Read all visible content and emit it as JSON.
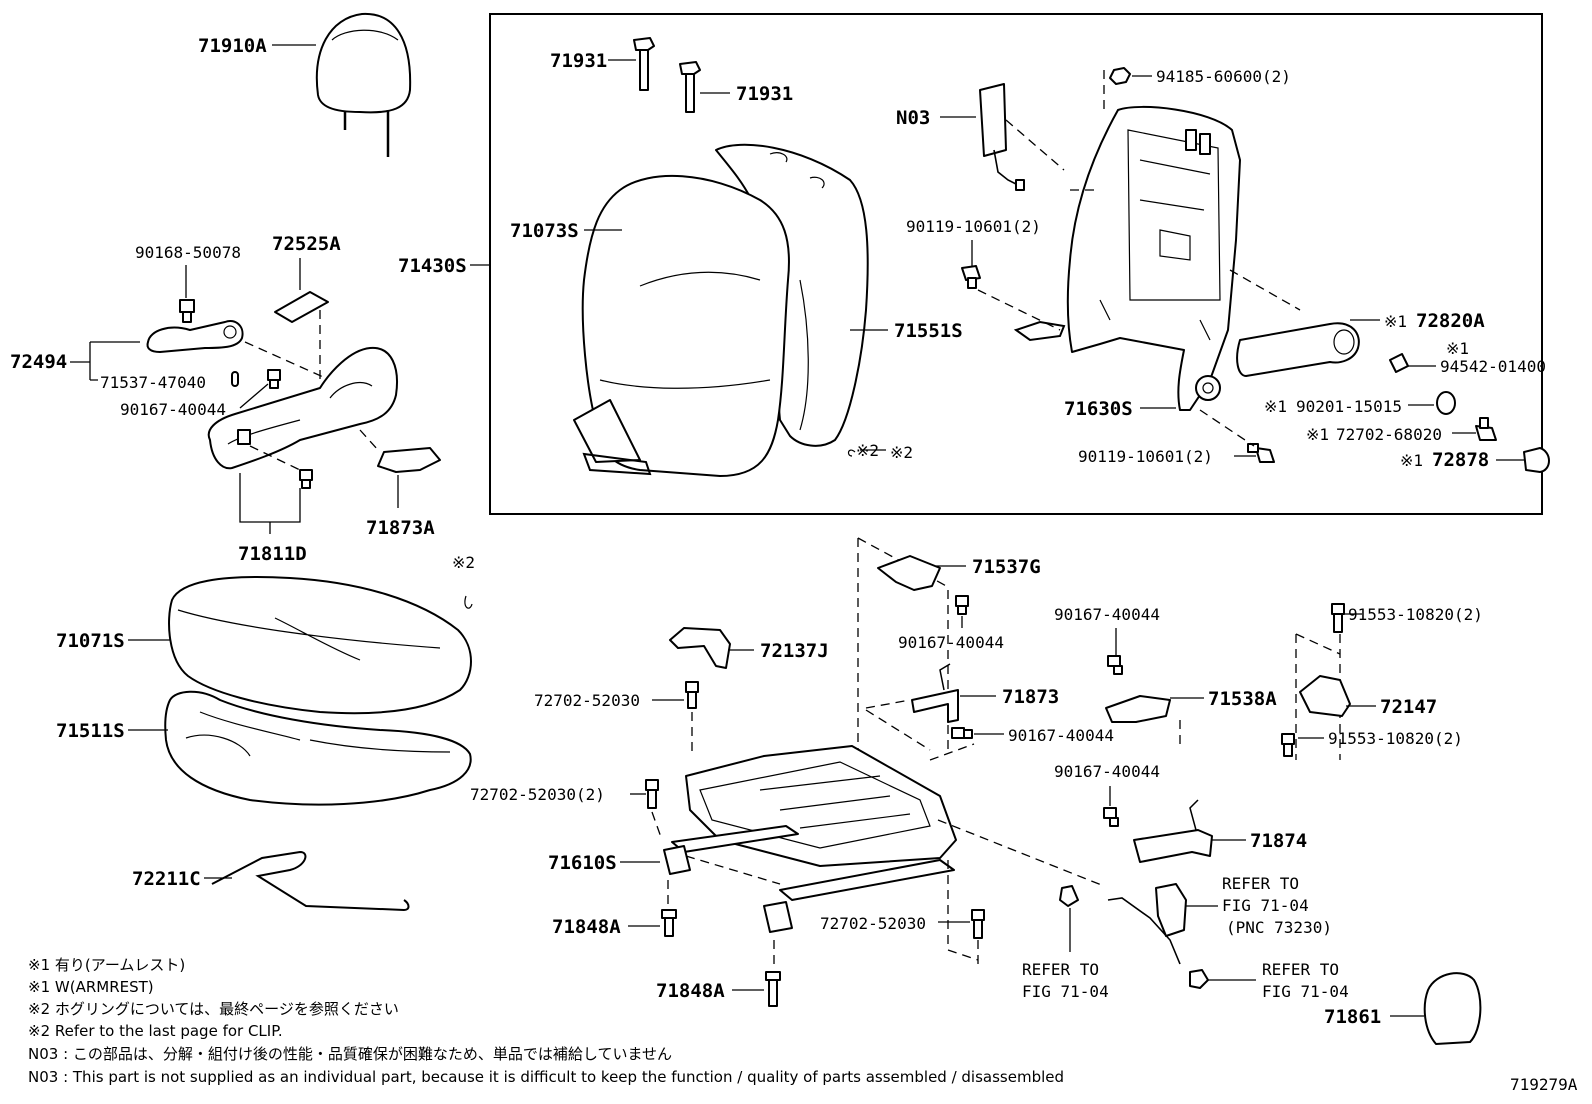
{
  "labels": {
    "p71910A": "71910A",
    "p71931a": "71931",
    "p71931b": "71931",
    "p71073S": "71073S",
    "p71430S": "71430S",
    "pN03": "N03",
    "p94185": "94185-60600(2)",
    "p90119a": "90119-10601(2)",
    "p71551S": "71551S",
    "p72820A": "72820A",
    "m72820A": "※1",
    "p94542mark": "※1",
    "p94542": "94542-01400",
    "p71630S": "71630S",
    "m90201": "※1",
    "p90201": "90201-15015",
    "m72702_68020": "※1",
    "p72702_68020": "72702-68020",
    "p90119b": "90119-10601(2)",
    "m72878": "※1",
    "p72878": "72878",
    "clipMark1": "※2",
    "p90168": "90168-50078",
    "p72525A": "72525A",
    "p72494": "72494",
    "p71537_47040": "71537-47040",
    "p90167a": "90167-40044",
    "p71811D": "71811D",
    "p71873A": "71873A",
    "clipMark2": "※2",
    "p71071S": "71071S",
    "p71511S": "71511S",
    "p72211C": "72211C",
    "p71537G": "71537G",
    "p90167b": "90167-40044",
    "p72137J": "72137J",
    "p72702_52030a": "72702-52030",
    "p71873": "71873",
    "p90167c": "90167-40044",
    "p90167d": "90167-40044",
    "p71538A": "71538A",
    "p91553a": "91553-10820(2)",
    "p72147": "72147",
    "p91553b": "91553-10820(2)",
    "p72702_52030b": "72702-52030(2)",
    "p90167e": "90167-40044",
    "p71610S": "71610S",
    "p71874": "71874",
    "p71848Aa": "71848A",
    "p72702_52030c": "72702-52030",
    "p71848Ab": "71848A",
    "p71861": "71861",
    "refer1a": "REFER TO",
    "refer1b": "FIG 71-04",
    "refer1c": "(PNC 73230)",
    "refer2a": "REFER TO",
    "refer2b": "FIG 71-04",
    "refer3a": "REFER TO",
    "refer3b": "FIG 71-04"
  },
  "notes": [
    "※1 有り(アームレスト)",
    "※1 W(ARMREST)",
    "※2 ホグリングについては、最終ページを参照ください",
    "※2 Refer to the last page for CLIP.",
    "N03 : この部品は、分解・組付け後の性能・品質確保が困難なため、単品では補給していません",
    "N03 : This part is not supplied as an individual part, because it is difficult to keep the function / quality of parts assembled / disassembled"
  ],
  "figure_id": "719279A"
}
